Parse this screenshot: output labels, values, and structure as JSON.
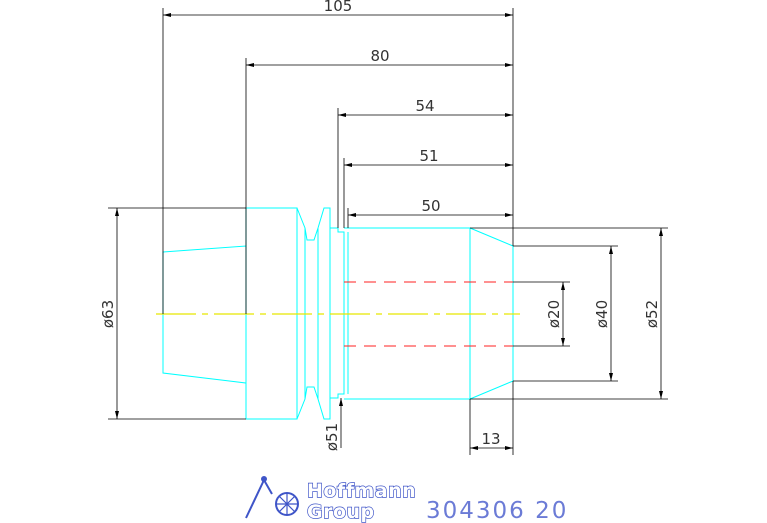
{
  "drawing": {
    "dimensions": {
      "length_105": "105",
      "length_80": "80",
      "length_54": "54",
      "length_51": "51",
      "length_50": "50",
      "length_13": "13",
      "dia_63": "ø63",
      "dia_51": "ø51",
      "dia_20": "ø20",
      "dia_40": "ø40",
      "dia_52": "ø52"
    },
    "colors": {
      "outline": "#00ffff",
      "dimension_line": "#000000",
      "centerline": "#ffff00",
      "hidden_line": "#ff0000",
      "logo_blue": "#3f55c8",
      "partno_blue": "#6b7bd6"
    }
  },
  "footer": {
    "logo_line1": "Hoffmann",
    "logo_line2": "Group",
    "part_number": "304306 20"
  }
}
